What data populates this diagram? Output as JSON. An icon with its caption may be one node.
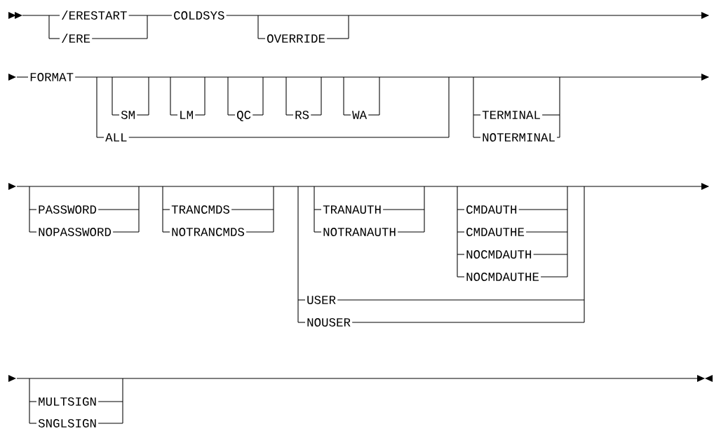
{
  "diagram": {
    "labels": [
      "/ERESTART",
      "/ERE",
      "COLDSYS",
      "OVERRIDE",
      "FORMAT",
      "SM",
      "LM",
      "QC",
      "RS",
      "WA",
      "ALL",
      "TERMINAL",
      "NOTERMINAL",
      "PASSWORD",
      "NOPASSWORD",
      "TRANCMDS",
      "NOTRANCMDS",
      "TRANAUTH",
      "NOTRANAUTH",
      "CMDAUTH",
      "CMDAUTHE",
      "NOCMDAUTH",
      "NOCMDAUTHE",
      "USER",
      "NOUSER",
      "MULTSIGN",
      "SNGLSIGN"
    ]
  }
}
